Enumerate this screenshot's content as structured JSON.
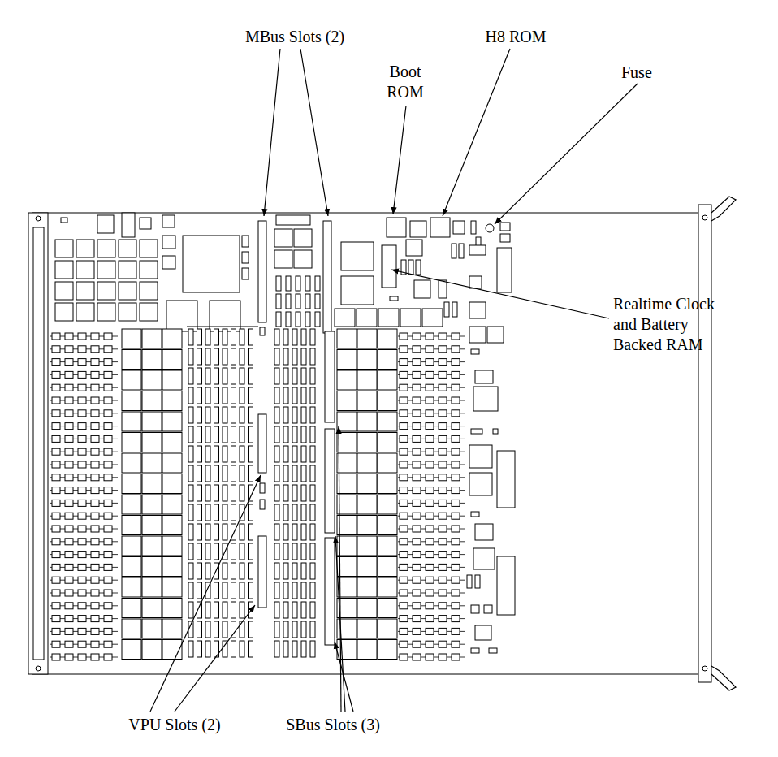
{
  "diagram": {
    "labels": [
      "MBus Slots (2)",
      "Boot ROM",
      "H8 ROM",
      "Fuse",
      "Realtime Clock and Battery Backed RAM",
      "VPU Slots (2)",
      "SBus Slots (3)"
    ]
  }
}
